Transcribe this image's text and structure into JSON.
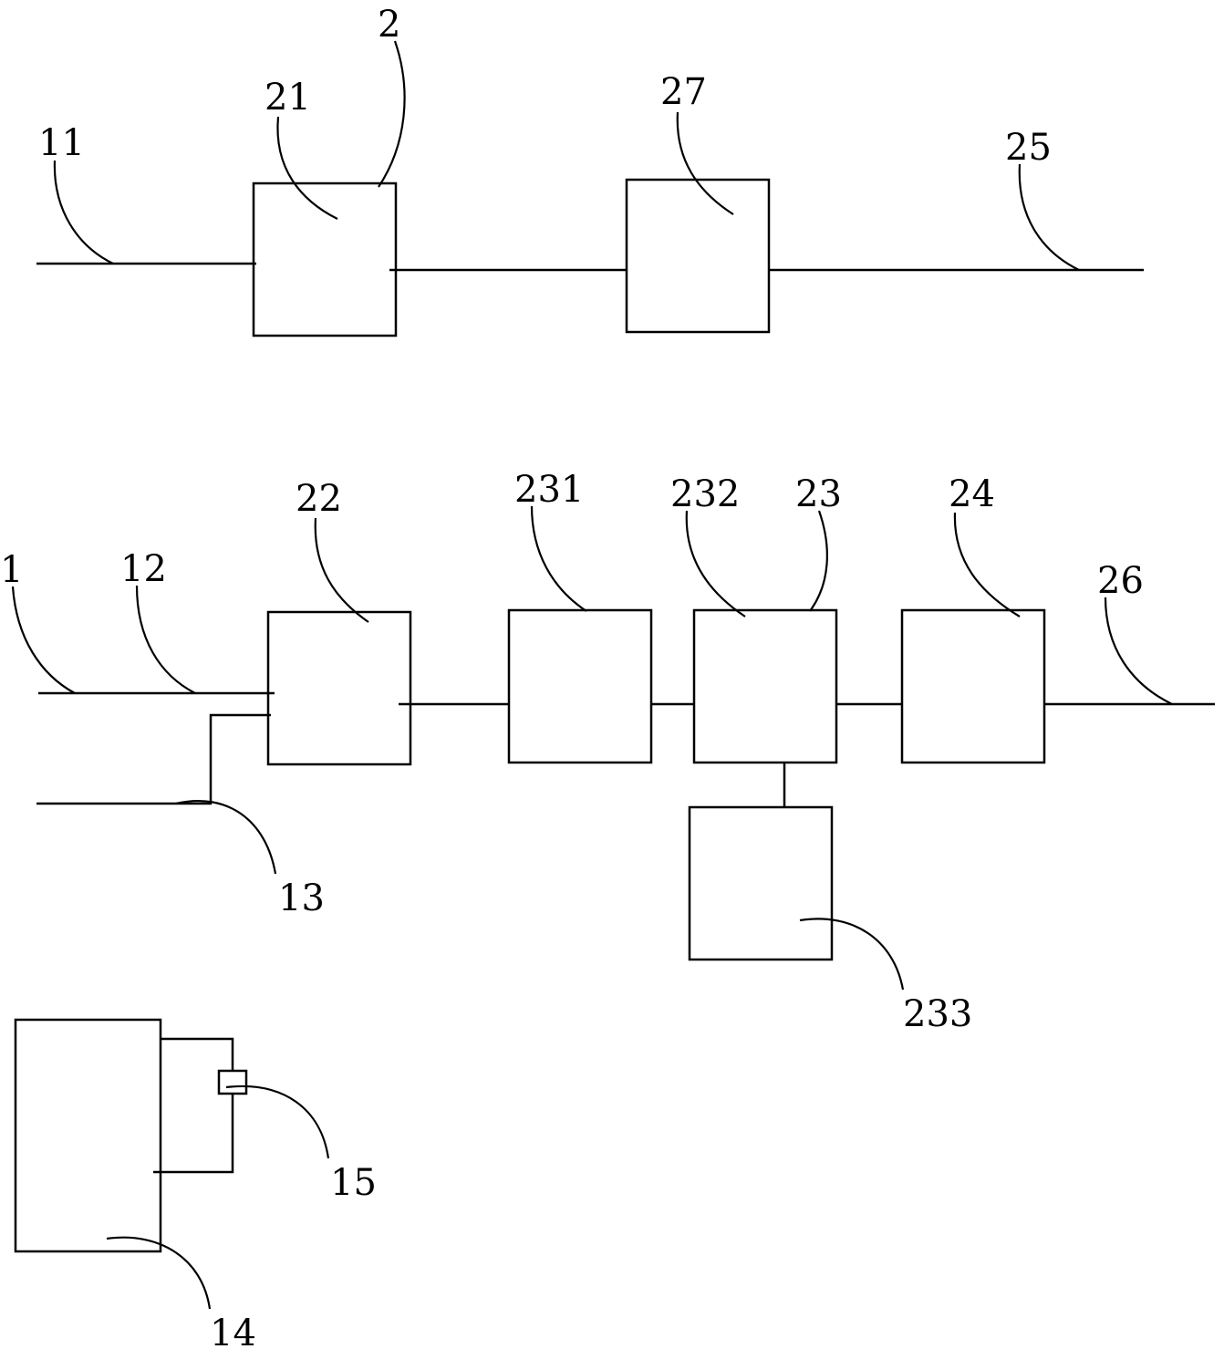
{
  "diagram": {
    "labels": {
      "n2": "2",
      "n21": "21",
      "n27": "27",
      "n11": "11",
      "n25": "25",
      "n22": "22",
      "n231": "231",
      "n232": "232",
      "n23": "23",
      "n24": "24",
      "n1": "1",
      "n12": "12",
      "n26": "26",
      "n13": "13",
      "n233": "233",
      "n15": "15",
      "n14": "14"
    }
  }
}
